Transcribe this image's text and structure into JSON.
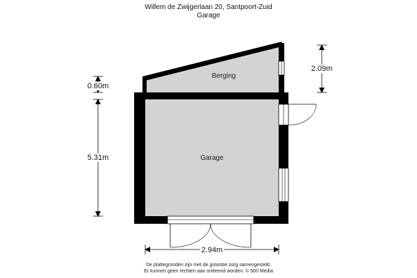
{
  "header": {
    "address": "Willem de Zwijgerlaan 20, Santpoort-Zuid",
    "floor": "Garage"
  },
  "rooms": {
    "berging": "Berging",
    "garage": "Garage"
  },
  "dimensions": {
    "berging_height": "2.09m",
    "wall_offset": "0.60m",
    "garage_height": "5.31m",
    "garage_width": "2.94m"
  },
  "footer": {
    "line1": "De plattegronden zijn met de grootste zorg samengesteld.",
    "line2": "Er kunnen geen rechten aan ontleend worden. © 500 Media"
  },
  "colors": {
    "wall": "#000000",
    "floor": "#d3d3d3",
    "dimension_line": "#000000"
  }
}
